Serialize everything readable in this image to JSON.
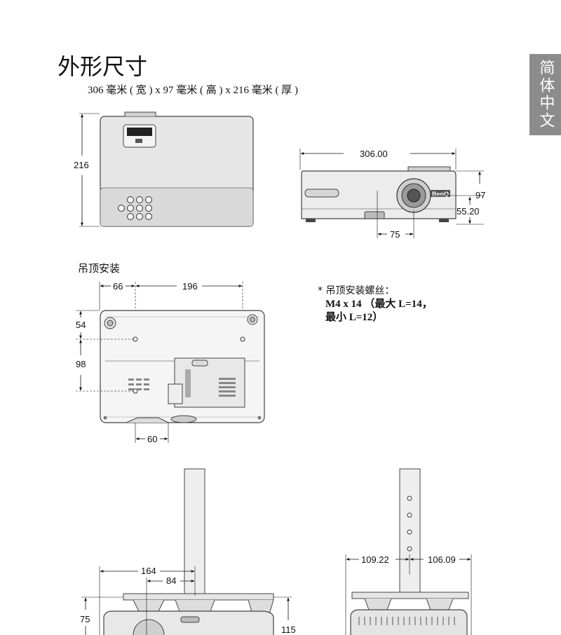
{
  "page": {
    "title": "外形尺寸",
    "language_tab": "简体中文",
    "dimensions_summary": "306 毫米 ( 宽 ) x 97 毫米 ( 高 ) x 216 毫米 ( 厚 )",
    "ceiling_mount_heading": "吊顶安装",
    "screw_note": {
      "line1": "* 吊顶安装螺丝：",
      "line2": "M4 x 14 （最大 L=14，",
      "line3": "最小 L=12）"
    }
  },
  "top_view": {
    "depth_label": "216"
  },
  "front_view": {
    "width_label": "306.00",
    "height_label": "97",
    "lens_height_label": "55.20",
    "lens_offset_label": "75",
    "logo_text": "BenQ"
  },
  "bottom_view": {
    "top_label_left": "66",
    "top_label_right": "196",
    "side_label_upper": "54",
    "side_label_lower": "98",
    "bottom_label": "60"
  },
  "mount_front": {
    "label_164": "164",
    "label_84": "84",
    "label_75": "75",
    "label_115": "115"
  },
  "mount_side": {
    "label_left": "109.22",
    "label_right": "106.09"
  }
}
